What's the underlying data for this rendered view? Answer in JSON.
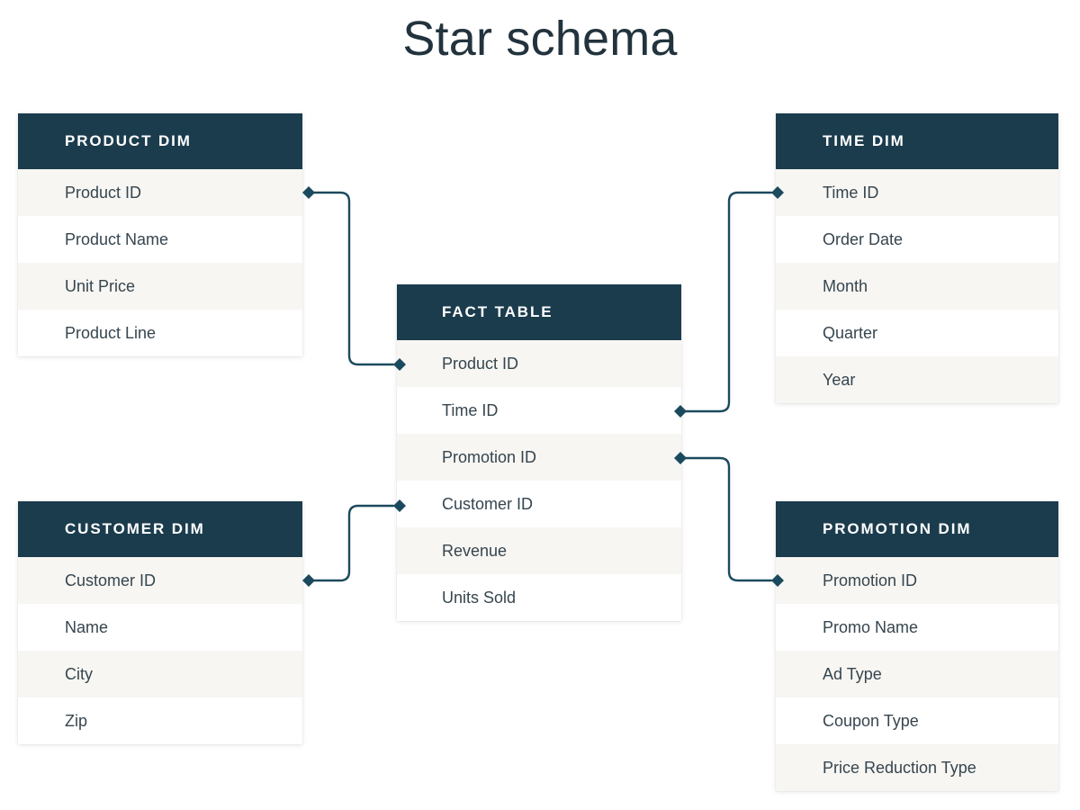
{
  "title": "Star schema",
  "colors": {
    "header_bg": "#1b3c4d",
    "row_alt_bg": "#f7f6f2",
    "row_bg": "#ffffff",
    "row_text": "#36454f",
    "title_text": "#22333d",
    "connector": "#1b4a5e",
    "page_bg": "#ffffff"
  },
  "entities": {
    "product_dim": {
      "title": "PRODUCT DIM",
      "rows": [
        "Product ID",
        "Product Name",
        "Unit Price",
        "Product Line"
      ]
    },
    "time_dim": {
      "title": "TIME DIM",
      "rows": [
        "Time ID",
        "Order Date",
        "Month",
        "Quarter",
        "Year"
      ]
    },
    "fact_table": {
      "title": "FACT TABLE",
      "rows": [
        "Product ID",
        "Time ID",
        "Promotion ID",
        "Customer ID",
        "Revenue",
        "Units Sold"
      ]
    },
    "customer_dim": {
      "title": "CUSTOMER DIM",
      "rows": [
        "Customer ID",
        "Name",
        "City",
        "Zip"
      ]
    },
    "promotion_dim": {
      "title": "PROMOTION DIM",
      "rows": [
        "Promotion ID",
        "Promo Name",
        "Ad Type",
        "Coupon Type",
        "Price Reduction Type"
      ]
    }
  },
  "relationships": [
    {
      "name": "product-to-fact",
      "from_entity": "product_dim",
      "from_field": "Product ID",
      "to_entity": "fact_table",
      "to_field": "Product ID"
    },
    {
      "name": "fact-to-time",
      "from_entity": "fact_table",
      "from_field": "Time ID",
      "to_entity": "time_dim",
      "to_field": "Time ID"
    },
    {
      "name": "fact-to-promotion",
      "from_entity": "fact_table",
      "from_field": "Promotion ID",
      "to_entity": "promotion_dim",
      "to_field": "Promotion ID"
    },
    {
      "name": "customer-to-fact",
      "from_entity": "customer_dim",
      "from_field": "Customer ID",
      "to_entity": "fact_table",
      "to_field": "Customer ID"
    }
  ]
}
